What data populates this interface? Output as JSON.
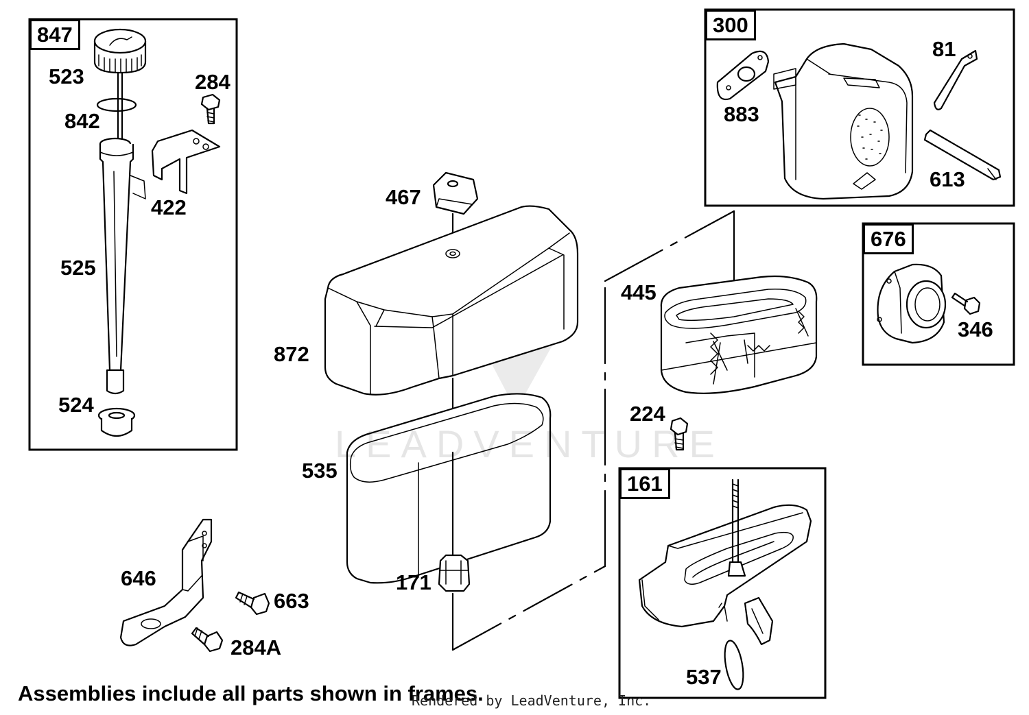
{
  "frames": [
    {
      "id": "847"
    },
    {
      "id": "300"
    },
    {
      "id": "676"
    },
    {
      "id": "161"
    }
  ],
  "parts": {
    "p523": "523",
    "p284": "284",
    "p842": "842",
    "p422": "422",
    "p525": "525",
    "p524": "524",
    "p467": "467",
    "p872": "872",
    "p535": "535",
    "p171": "171",
    "p646": "646",
    "p663": "663",
    "p284a": "284A",
    "p883": "883",
    "p81": "81",
    "p613": "613",
    "p445": "445",
    "p224": "224",
    "p346": "346",
    "p537": "537"
  },
  "footer_note": "Assemblies include all parts shown in frames.",
  "render_credit": "Rendered by LeadVenture, Inc.",
  "watermark": "LEADVENTURE"
}
